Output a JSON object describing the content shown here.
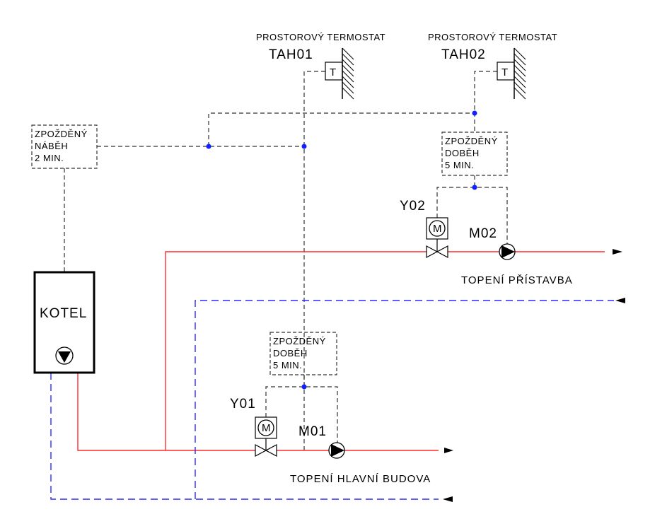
{
  "colors": {
    "supply": "#ff2a2a",
    "return": "#2a2aff",
    "control": "#333333",
    "junction": "#1020ff"
  },
  "thermostats": [
    {
      "caption": "PROSTOROVÝ TERMOSTAT",
      "tag": "TAH01",
      "symbol": "T"
    },
    {
      "caption": "PROSTOROVÝ TERMOSTAT",
      "tag": "TAH02",
      "symbol": "T"
    }
  ],
  "delay_boxes": {
    "start": [
      "ZPOŽDĚNÝ",
      "NÁBĚH",
      "2 MIN."
    ],
    "run_on_02": [
      "ZPOŽDĚNÝ",
      "DOBĚH",
      "5 MIN."
    ],
    "run_on_01": [
      "ZPOŽDĚNÝ",
      "DOBĚH",
      "5 MIN."
    ]
  },
  "boiler": {
    "label": "KOTEL"
  },
  "valves": [
    {
      "tag": "Y01",
      "actuator": "M"
    },
    {
      "tag": "Y02",
      "actuator": "M"
    }
  ],
  "pumps": [
    {
      "tag": "M01"
    },
    {
      "tag": "M02"
    }
  ],
  "circuits": {
    "main": "TOPENÍ HLAVNÍ BUDOVA",
    "extension": "TOPENÍ PŘÍSTAVBA"
  }
}
